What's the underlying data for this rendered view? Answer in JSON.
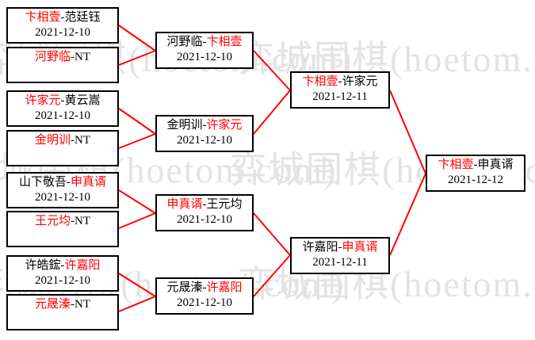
{
  "watermark": {
    "text_left": "弈城围棋(hoetom.com)",
    "text_right": "弈城围棋(hoetom.com)",
    "color": "#e3e3e3"
  },
  "colors": {
    "winner": "#ff0000",
    "loser": "#000000",
    "connector": "#ff0000",
    "box_border": "#000000",
    "background": "#ffffff"
  },
  "bracket": {
    "rounds": [
      {
        "name": "round-1",
        "matches": [
          {
            "id": "r1m1",
            "left_player": "卞相壹",
            "right_player": "范廷钰",
            "separator": "-",
            "winner_side": "left",
            "date": "2021-12-10",
            "has_date": true
          },
          {
            "id": "r1m2",
            "left_player": "河野临",
            "right_player": "NT",
            "separator": "-",
            "winner_side": "left",
            "date": "",
            "has_date": false
          },
          {
            "id": "r1m3",
            "left_player": "许家元",
            "right_player": "黄云嵩",
            "separator": "-",
            "winner_side": "left",
            "date": "2021-12-10",
            "has_date": true
          },
          {
            "id": "r1m4",
            "left_player": "金明训",
            "right_player": "NT",
            "separator": "-",
            "winner_side": "left",
            "date": "",
            "has_date": false
          },
          {
            "id": "r1m5",
            "left_player": "山下敬吾",
            "right_player": "申真谞",
            "separator": "-",
            "winner_side": "right",
            "date": "2021-12-10",
            "has_date": true
          },
          {
            "id": "r1m6",
            "left_player": "王元均",
            "right_player": "NT",
            "separator": "-",
            "winner_side": "left",
            "date": "",
            "has_date": false
          },
          {
            "id": "r1m7",
            "left_player": "许皓鋐",
            "right_player": "许嘉阳",
            "separator": "-",
            "winner_side": "right",
            "date": "2021-12-10",
            "has_date": true
          },
          {
            "id": "r1m8",
            "left_player": "元晟溱",
            "right_player": "NT",
            "separator": "-",
            "winner_side": "left",
            "date": "",
            "has_date": false
          }
        ]
      },
      {
        "name": "round-2",
        "matches": [
          {
            "id": "r2m1",
            "left_player": "河野临",
            "right_player": "卞相壹",
            "separator": "-",
            "winner_side": "right",
            "date": "2021-12-10",
            "has_date": true
          },
          {
            "id": "r2m2",
            "left_player": "金明训",
            "right_player": "许家元",
            "separator": "-",
            "winner_side": "right",
            "date": "2021-12-10",
            "has_date": true
          },
          {
            "id": "r2m3",
            "left_player": "申真谞",
            "right_player": "王元均",
            "separator": "-",
            "winner_side": "left",
            "date": "2021-12-10",
            "has_date": true
          },
          {
            "id": "r2m4",
            "left_player": "元晟溱",
            "right_player": "许嘉阳",
            "separator": "-",
            "winner_side": "right",
            "date": "2021-12-10",
            "has_date": true
          }
        ]
      },
      {
        "name": "semifinal",
        "matches": [
          {
            "id": "sf1",
            "left_player": "卞相壹",
            "right_player": "许家元",
            "separator": "-",
            "winner_side": "left",
            "date": "2021-12-11",
            "has_date": true
          },
          {
            "id": "sf2",
            "left_player": "许嘉阳",
            "right_player": "申真谞",
            "separator": "-",
            "winner_side": "right",
            "date": "2021-12-11",
            "has_date": true
          }
        ]
      },
      {
        "name": "final",
        "matches": [
          {
            "id": "f1",
            "left_player": "卞相壹",
            "right_player": "申真谞",
            "separator": "-",
            "winner_side": "left",
            "date": "2021-12-12",
            "has_date": true
          }
        ]
      }
    ]
  }
}
